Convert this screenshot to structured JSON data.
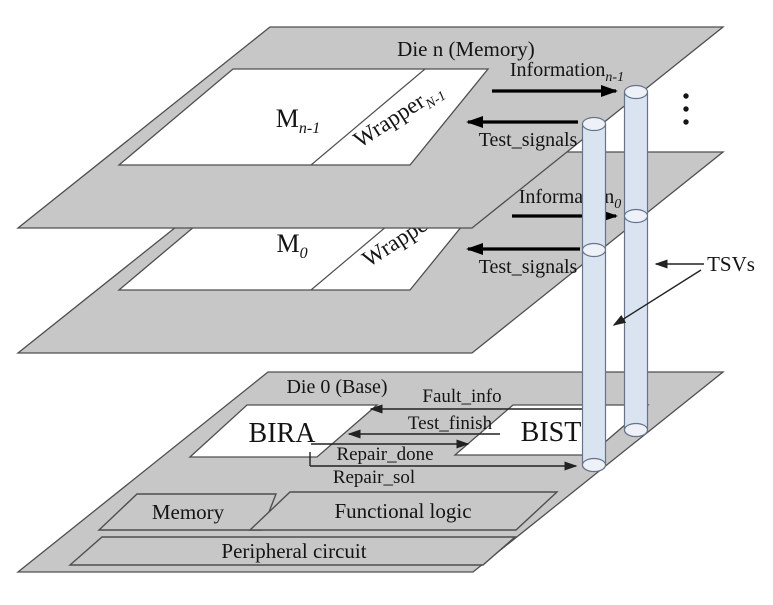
{
  "diagram": {
    "top_die": {
      "title": "Die n (Memory)",
      "memory": {
        "base": "M",
        "sub": "n-1"
      },
      "wrapper": {
        "base": "Wrapper",
        "sub": "N-1"
      },
      "information": {
        "base": "Information",
        "sub": "n-1"
      },
      "test_signals": "Test_signals"
    },
    "middle_die": {
      "memory": {
        "base": "M",
        "sub": "0"
      },
      "wrapper": {
        "base": "Wrapper",
        "sub": ""
      },
      "information": {
        "base": "Information",
        "sub": "0"
      },
      "test_signals": "Test_signals"
    },
    "base_die": {
      "title": "Die 0 (Base)",
      "bira": "BIRA",
      "bist": "BIST",
      "fault_info": "Fault_info",
      "test_finish": "Test_finish",
      "repair_done": "Repair_done",
      "repair_sol": "Repair_sol",
      "memory": "Memory",
      "functional_logic": "Functional logic",
      "peripheral_circuit": "Peripheral circuit"
    },
    "tsv_label": "TSVs",
    "colors": {
      "die_fill": "#c7c7c7",
      "die_stroke": "#4f4f4f",
      "box_fill": "#ffffff",
      "tsv_fill": "#dae3f0",
      "tsv_stroke": "#64748b",
      "arrow": "#000000"
    }
  }
}
